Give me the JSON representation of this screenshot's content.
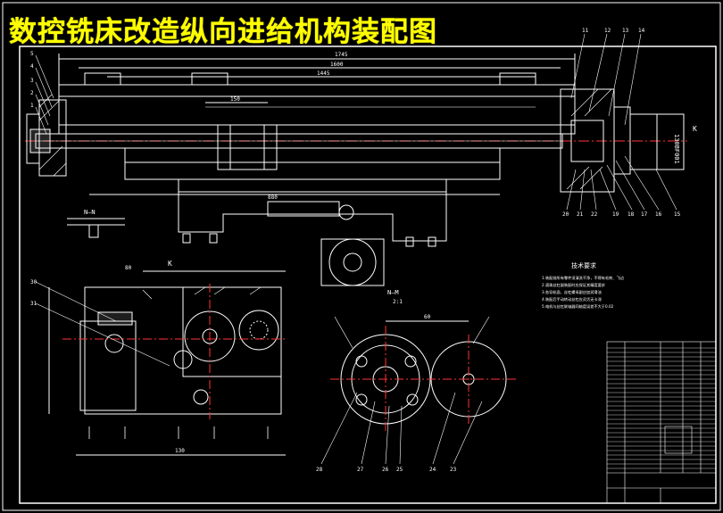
{
  "title": "数控铣床改造纵向进给机构装配图",
  "dimensions": {
    "d1": "1745",
    "d2": "1600",
    "d3": "1445",
    "d4": "880",
    "d5": "150",
    "d6": "130",
    "d7": "80",
    "d8": "60"
  },
  "section_labels": {
    "nn": "N—N",
    "nm": "N—M",
    "ratio": "2:1",
    "k_top": "K",
    "k_right": "K"
  },
  "motor_label": "130BF001",
  "tech_req_title": "技术要求",
  "tech_req_lines": [
    "1.装配前所有零件须清洗干净，不得有毛刺、飞边",
    "2.滚珠丝杠副装配时应保证其精度要求",
    "3.各导轨面、丝杠螺母副应加润滑油",
    "4.装配后手动转动丝杠应灵活无卡滞",
    "5.电机与丝杠联轴器同轴度误差不大于0.02"
  ],
  "part_numbers_top": [
    "11",
    "12",
    "13",
    "14"
  ],
  "part_numbers_bottom": [
    "20",
    "21",
    "22",
    "19",
    "18",
    "17",
    "16",
    "15"
  ],
  "part_numbers_left": [
    "5",
    "4",
    "3",
    "2",
    "1"
  ],
  "part_numbers_lower": [
    "30",
    "31"
  ],
  "part_numbers_gear": [
    "28",
    "27",
    "26",
    "25",
    "24",
    "23"
  ],
  "colors": {
    "line": "#ffffff",
    "title": "#ffff00",
    "dim": "#00ff00",
    "center": "#ff3333",
    "hatch": "#ffffff",
    "frame": "#ffffff"
  }
}
